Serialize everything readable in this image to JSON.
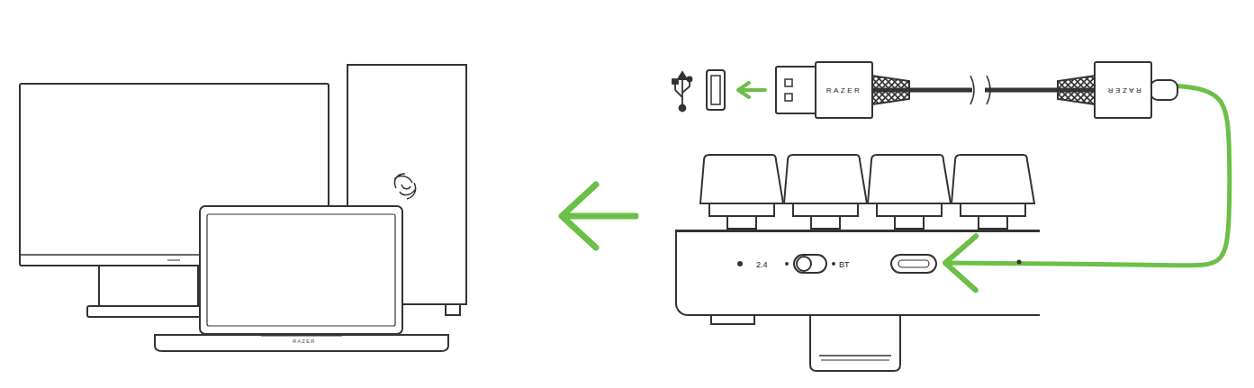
{
  "diagram": {
    "nodes": [
      {
        "text": [
          "RAZER"
        ]
      },
      {
        "text": [
          "RAZER"
        ]
      },
      {
        "text": [
          "2.4",
          "BT"
        ]
      }
    ],
    "edges": [
      {
        "from": 0,
        "to": 1,
        "arrow": "none"
      },
      {
        "from": 1,
        "to": 2,
        "arrow": "to"
      }
    ],
    "labels": [
      "RAZER"
    ]
  }
}
